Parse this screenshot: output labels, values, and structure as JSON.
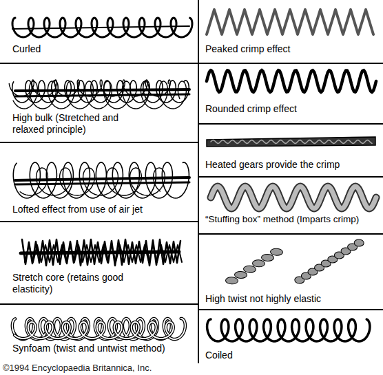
{
  "diagram": {
    "labels": [
      "Curled",
      "High bulk (Stretched and relaxed principle)",
      "Lofted effect from use of air jet",
      "Stretch core (retains good elasticity)",
      "Synfoam (twist and untwist method)",
      "Peaked crimp effect",
      "Rounded crimp effect",
      "Heated gears provide the crimp",
      "“Stuffing box” method (Imparts crimp)",
      "High twist not highly elastic",
      "Coiled",
      "©1994 Encyclopaedia Britannica, Inc."
    ]
  }
}
